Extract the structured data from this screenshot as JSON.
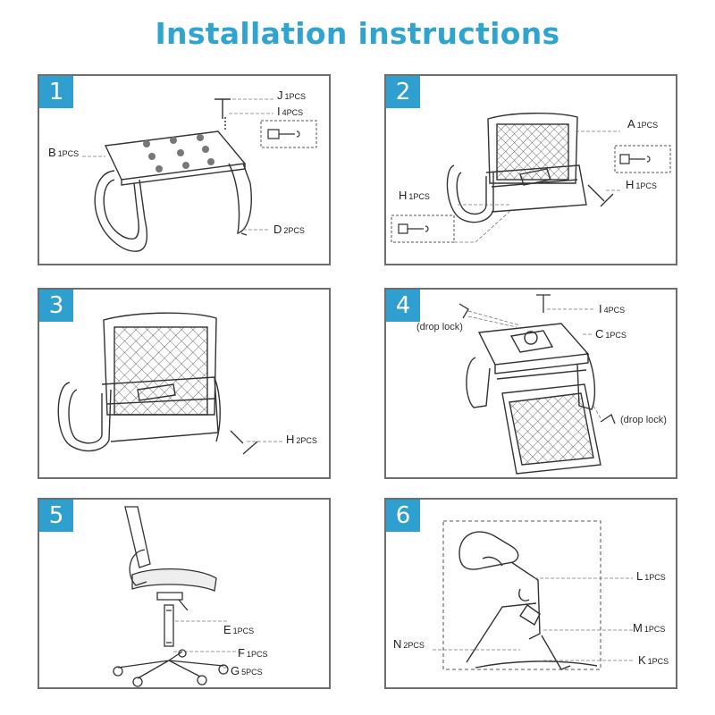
{
  "page_title": "Installation instructions",
  "steps": [
    {
      "number": "1",
      "labels": [
        {
          "letter": "J",
          "qty": "1PCS"
        },
        {
          "letter": "I",
          "qty": "4PCS"
        },
        {
          "letter": "B",
          "qty": "1PCS"
        },
        {
          "letter": "D",
          "qty": "2PCS"
        }
      ]
    },
    {
      "number": "2",
      "labels": [
        {
          "letter": "A",
          "qty": "1PCS"
        },
        {
          "letter": "H",
          "qty": "1PCS"
        },
        {
          "letter": "H",
          "qty": "1PCS"
        }
      ]
    },
    {
      "number": "3",
      "labels": [
        {
          "letter": "H",
          "qty": "2PCS"
        }
      ]
    },
    {
      "number": "4",
      "labels": [
        {
          "letter": "I",
          "qty": "4PCS"
        },
        {
          "letter": "C",
          "qty": "1PCS"
        }
      ],
      "notes": [
        "(drop lock)",
        "(drop lock)"
      ]
    },
    {
      "number": "5",
      "labels": [
        {
          "letter": "E",
          "qty": "1PCS"
        },
        {
          "letter": "F",
          "qty": "1PCS"
        },
        {
          "letter": "G",
          "qty": "5PCS"
        }
      ]
    },
    {
      "number": "6",
      "labels": [
        {
          "letter": "L",
          "qty": "1PCS"
        },
        {
          "letter": "M",
          "qty": "1PCS"
        },
        {
          "letter": "N",
          "qty": "2PCS"
        },
        {
          "letter": "K",
          "qty": "1PCS"
        }
      ]
    }
  ]
}
